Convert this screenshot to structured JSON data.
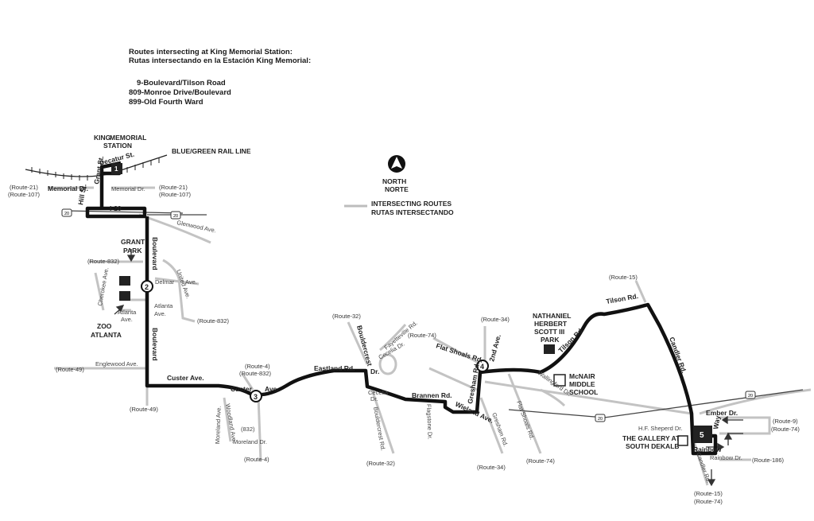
{
  "header": {
    "line1": "Routes intersecting at King Memorial Station:",
    "line2": "Rutas intersectando en la Estación King Memorial:",
    "routes": [
      "9-Boulevard/Tilson Road",
      "809-Monroe Drive/Boulevard",
      "899-Old Fourth Ward"
    ]
  },
  "legend": {
    "north": "NORTH",
    "norte": "NORTE",
    "intersect1": "INTERSECTING ROUTES",
    "intersect2": "RUTAS INTERSECTANDO"
  },
  "stations": {
    "king1": "KING",
    "king2": "MEMORIAL",
    "king3": "STATION",
    "rail": "BLUE/GREEN RAIL LINE",
    "gallery1": "THE GALLERY AT",
    "gallery2": "SOUTH DEKALB"
  },
  "timepoints": [
    "1",
    "2",
    "3",
    "4",
    "5"
  ],
  "places": {
    "grant1": "GRANT",
    "grant2": "PARK",
    "zoo1": "ZOO",
    "zoo2": "ATLANTA",
    "park1": "NATHANIEL",
    "park2": "HERBERT",
    "park3": "SCOTT III",
    "park4": "PARK",
    "mcnair1": "McNAIR",
    "mcnair2": "MIDDLE",
    "mcnair3": "SCHOOL"
  },
  "streets": {
    "decatur": "Decatur St.",
    "grant": "Grant St.",
    "hill": "Hill St.",
    "memorial_l": "Memorial Dr.",
    "memorial_r": "Memorial Dr.",
    "i20": "I-20",
    "glenwood": "Glenwood Ave.",
    "boulevard1": "Boulevard",
    "boulevard2": "Boulevard",
    "delmar": "Delmar",
    "ave": "Ave.",
    "united": "United Ave.",
    "cherokee": "Cherokee Ave.",
    "atlanta1": "Atlanta",
    "atlanta2": "Ave.",
    "atlanta3": "Atlanta",
    "atlanta4": "Ave.",
    "englewood": "Englewood Ave.",
    "custer1": "Custer Ave.",
    "custer2": "Custer",
    "custer3": "Ave.",
    "woodland": "Woodland Ave.",
    "moreland": "Moreland Ave.",
    "moreland2": "Moreland Dr.",
    "r832": "(832)",
    "eastland": "Eastland Rd.",
    "bouldercrest": "Bouldercrest",
    "dr": "Dr.",
    "fayetteville": "Fayetteville Rd.",
    "cecelia": "Cecelia Dr.",
    "cecelia2": "Cecelia",
    "cecelia3": "Dr.",
    "bouldercrest2": "Bouldercrest Rd.",
    "brannen": "Brannen Rd.",
    "flagstone": "Flagstone Dr.",
    "flatshoals": "Flat Shoals Rd.",
    "flatshoals2": "Flat Shoals Rd.",
    "gresham": "Gresham Rd.",
    "gresham2": "Gresham Rd.",
    "wieland": "Wieland Ave.",
    "second": "2nd Ave.",
    "tilson1": "Tilson Rd.",
    "tilson2": "Tilson Rd.",
    "wallingford": "Wallingford Dr.",
    "candler": "Candler Rd.",
    "candler2": "Candler Rd.",
    "ember": "Ember Dr.",
    "sheperd": "H.F. Sheperd Dr.",
    "rainbowway": "Rainbow",
    "way": "Way",
    "rainbowdr": "Rainbow Dr."
  },
  "route_labels": {
    "r21a": "(Route-21)",
    "r107a": "(Route-107)",
    "r21b": "(Route-21)",
    "r107b": "(Route-107)",
    "r832a": "(Route-832)",
    "r832b": "(Route-832)",
    "r49a": "(Route-49)",
    "r49b": "(Route-49)",
    "r4a": "(Route-4)",
    "r832c": "(Route-832)",
    "r4b": "(Route-4)",
    "r32a": "(Route-32)",
    "r32b": "(Route-32)",
    "r74a": "(Route-74)",
    "r34a": "(Route-34)",
    "r34b": "(Route-34)",
    "r74b": "(Route-74)",
    "r15a": "(Route-15)",
    "r9": "(Route-9)",
    "r74c": "(Route-74)",
    "r186": "(Route-186)",
    "r15b": "(Route-15)",
    "r74d": "(Route-74)"
  },
  "shields": [
    "20",
    "20",
    "20",
    "20"
  ],
  "colors": {
    "route": "#111111",
    "intersecting": "#bdbdbd",
    "station": "#1d1d1d"
  }
}
